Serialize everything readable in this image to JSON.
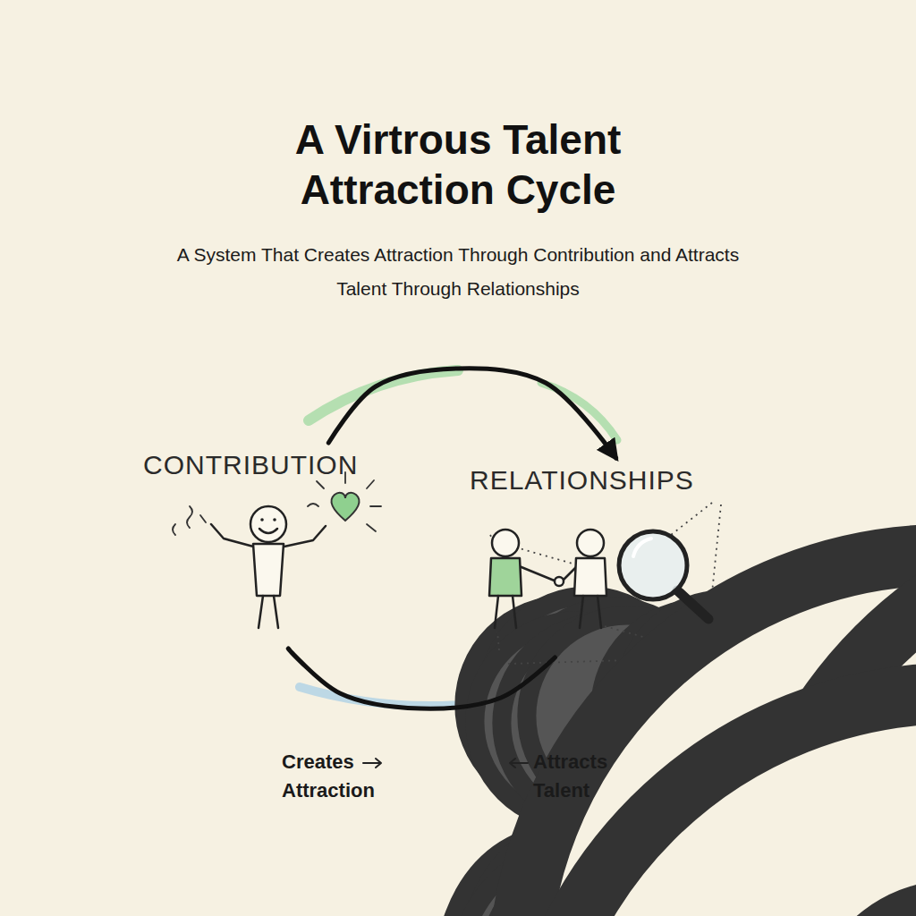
{
  "diagram": {
    "title": "A Virtrous Talent Attraction Cycle",
    "nodes": [
      {
        "text": [
          "CONTRIBUTION"
        ]
      },
      {
        "text": [
          "RELATIONSHIPS"
        ]
      }
    ],
    "edges": [
      {
        "from": 0,
        "to": 1,
        "arrow": "to"
      },
      {
        "from": 1,
        "to": 0,
        "arrow": "none"
      }
    ],
    "labels": [
      "A System That Creates Attraction Through Contribution and Attracts Talent Through Relationships",
      "Creates Attraction",
      "Attracts Talent"
    ]
  }
}
